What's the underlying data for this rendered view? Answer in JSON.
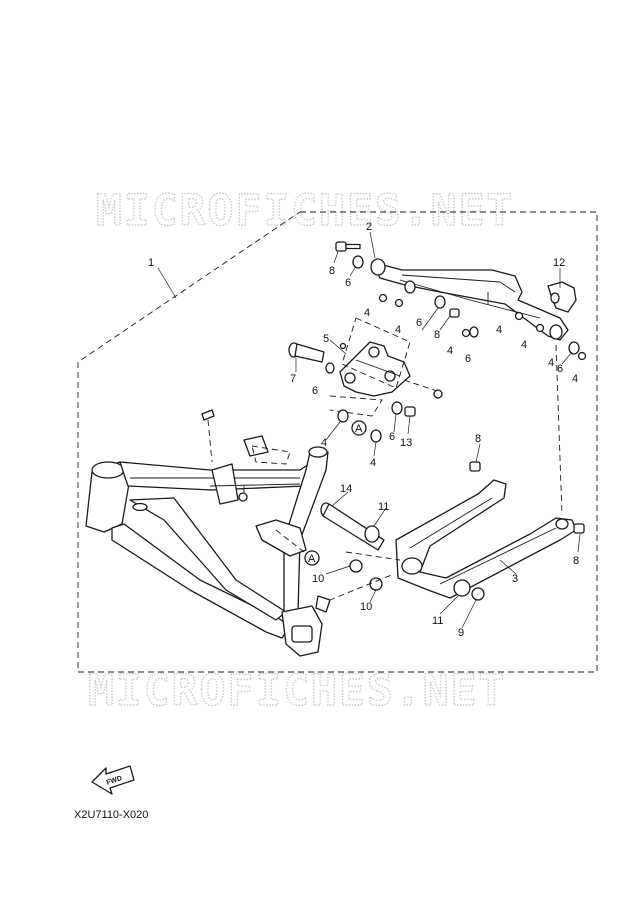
{
  "watermark": {
    "text": "MICROFICHES.NET"
  },
  "figure_code": "X2U7110-X020",
  "fwd_label": "FWD",
  "reference_mark": "A",
  "callouts": [
    "1",
    "2",
    "3",
    "4",
    "5",
    "6",
    "7",
    "8",
    "9",
    "10",
    "11",
    "12",
    "13",
    "14"
  ]
}
